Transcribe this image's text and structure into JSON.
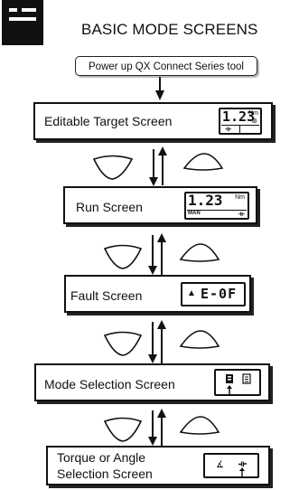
{
  "header": {
    "title": "BASIC MODE SCREENS"
  },
  "start_node": {
    "label": "Power up QX Connect Series tool"
  },
  "screens": [
    {
      "label": "Editable Target Screen",
      "lcd": {
        "value": "1.23",
        "unit": "Nm",
        "mode_symbol": "⊛"
      }
    },
    {
      "label": "Run Screen",
      "lcd": {
        "value": "1.23",
        "unit": "Nm",
        "sub": "MAN"
      }
    },
    {
      "label": "Fault Screen",
      "lcd": {
        "warning": "▲",
        "code": "E-0F"
      }
    },
    {
      "label": "Mode Selection Screen"
    },
    {
      "label": "Torque or Angle Selection Screen",
      "label_line1": "Torque or Angle",
      "label_line2": "Selection Screen"
    }
  ],
  "colors": {
    "ink": "#111111",
    "background": "#ffffff"
  },
  "icons": [
    "logo-icon",
    "left-button-icon",
    "right-button-icon",
    "up-arrow-icon",
    "down-arrow-icon",
    "warning-icon",
    "torque-icon",
    "angle-icon"
  ]
}
